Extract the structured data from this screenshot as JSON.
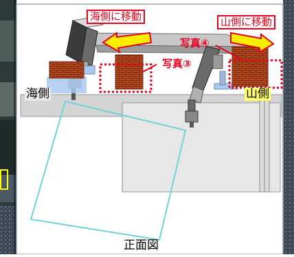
{
  "labels": {
    "move_sea": "海側に移動",
    "move_mountain": "山側に移動",
    "photo3": "写真③",
    "photo4": "写真④",
    "sea_side": "海側",
    "mountain_side": "山側",
    "front_view": "正面図"
  },
  "colors": {
    "photo_left_bg": "#2c3a3a",
    "photo_right_bg": "#3a4550",
    "frame": "#9aa3ad",
    "ground": "#d4d4d4",
    "wall": "#e7e7e7",
    "arm": "#b9b9b9",
    "arm_dark": "#3b3b3b",
    "brick": "#b5491f",
    "brick_mortar": "#7b2a10",
    "dashed_red": "#e8001c",
    "cyan": "#6fd3dc",
    "arrow_yellow": "#ffee00",
    "arrow_outline": "#e8001c",
    "pad_blue": "#a9c9ee",
    "yellow_hl": "#ffff66"
  }
}
